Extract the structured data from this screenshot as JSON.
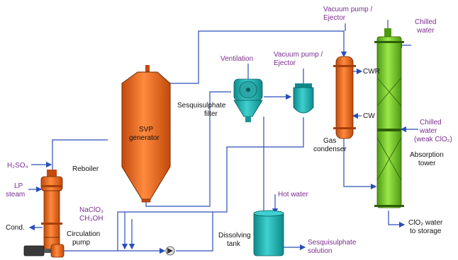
{
  "labels": {
    "vacuum_top": "Vacuum pump /",
    "vacuum_top_2": "Ejector",
    "chilled_water_top": "Chilled",
    "chilled_water_top_2": "water",
    "ventilation": "Ventilation",
    "vacuum_mid": "Vacuum pump /",
    "vacuum_mid_2": "Ejector",
    "cwr": "CWR",
    "cw": "CW",
    "sesqui_filter": "Sesquisulphate",
    "sesqui_filter_2": "filter",
    "svp_generator": "SVP",
    "svp_generator_2": "generator",
    "chilled_weak": "Chilled",
    "chilled_weak_2": "water",
    "chilled_weak_3": "(weak ClO₂)",
    "gas_condenser": "Gas",
    "gas_condenser_2": "condenser",
    "absorption_tower": "Absorption",
    "absorption_tower_2": "tower",
    "h2so4": "H₂SO₄",
    "reboiler": "Reboiler",
    "lp_steam": "LP",
    "lp_steam_2": "steam",
    "hot_water": "Hot water",
    "naclo3": "NaClO₃",
    "ch3oh": "CH₃OH",
    "cond": "Cond.",
    "circulation_pump": "Circulation",
    "circulation_pump_2": "pump",
    "dissolving_tank": "Dissolving",
    "dissolving_tank_2": "tank",
    "sesqui_solution": "Sesquisulphate",
    "sesqui_solution_2": "solution",
    "clo2_storage": "ClO₂ water",
    "clo2_storage_2": "to storage"
  },
  "colors": {
    "pipe": "#2a4fb8",
    "label": "#7b2d8e",
    "equipment_orange": "#f06a1c",
    "tower_green": "#7ed321",
    "tank_teal": "#1fb2b2"
  }
}
